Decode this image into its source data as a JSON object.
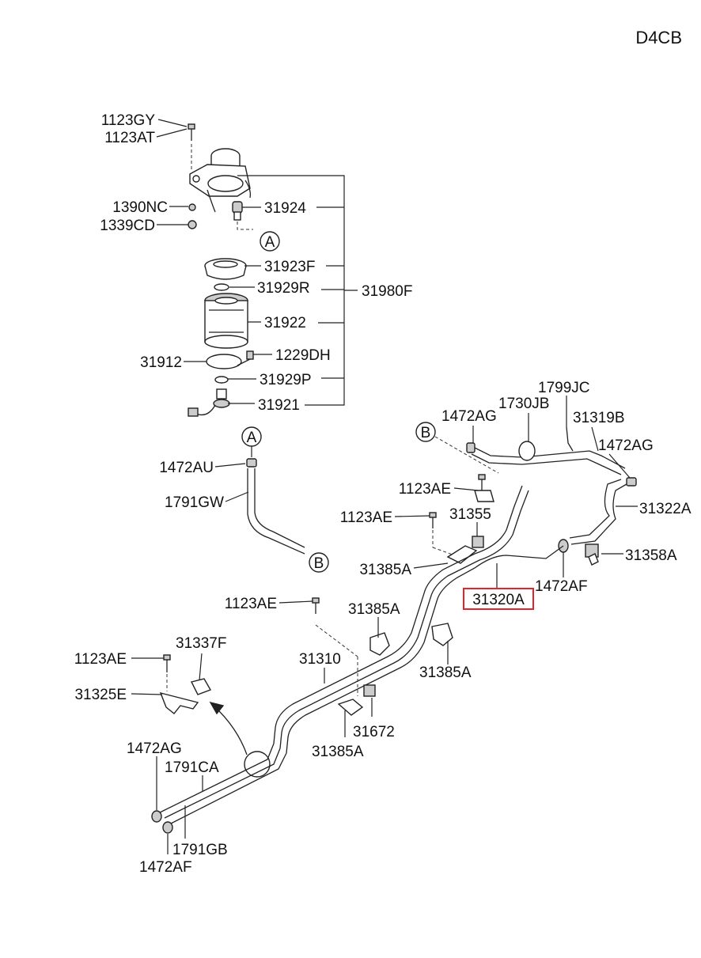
{
  "model_code": "D4CB",
  "callouts": {
    "A_top": "A",
    "A_lower": "A",
    "B_lower": "B",
    "B_right": "B"
  },
  "labels": {
    "p1123GY": "1123GY",
    "p1123AT": "1123AT",
    "p1390NC": "1390NC",
    "p1339CD": "1339CD",
    "p31924": "31924",
    "p31923F": "31923F",
    "p31929R": "31929R",
    "p31980F": "31980F",
    "p31922": "31922",
    "p31912": "31912",
    "p1229DH": "1229DH",
    "p31929P": "31929P",
    "p31921": "31921",
    "p1472AU": "1472AU",
    "p1791GW": "1791GW",
    "p1472AG_top": "1472AG",
    "p1730JB": "1730JB",
    "p1799JC": "1799JC",
    "p31319B": "31319B",
    "p1472AG_right": "1472AG",
    "p1123AE_a": "1123AE",
    "p31322A": "31322A",
    "p1123AE_b": "1123AE",
    "p31355": "31355",
    "p31358A": "31358A",
    "p31385A_a": "31385A",
    "p1472AF_mid": "1472AF",
    "p31320A": "31320A",
    "p1123AE_c": "1123AE",
    "p31385A_b": "31385A",
    "p31385A_c": "31385A",
    "p31337F": "31337F",
    "p1123AE_d": "1123AE",
    "p31310": "31310",
    "p31325E": "31325E",
    "p31672": "31672",
    "p31385A_d": "31385A",
    "p1472AG_bottom": "1472AG",
    "p1791CA": "1791CA",
    "p1791GB": "1791GB",
    "p1472AF_bottom": "1472AF"
  },
  "highlight_color": "#e0262b"
}
